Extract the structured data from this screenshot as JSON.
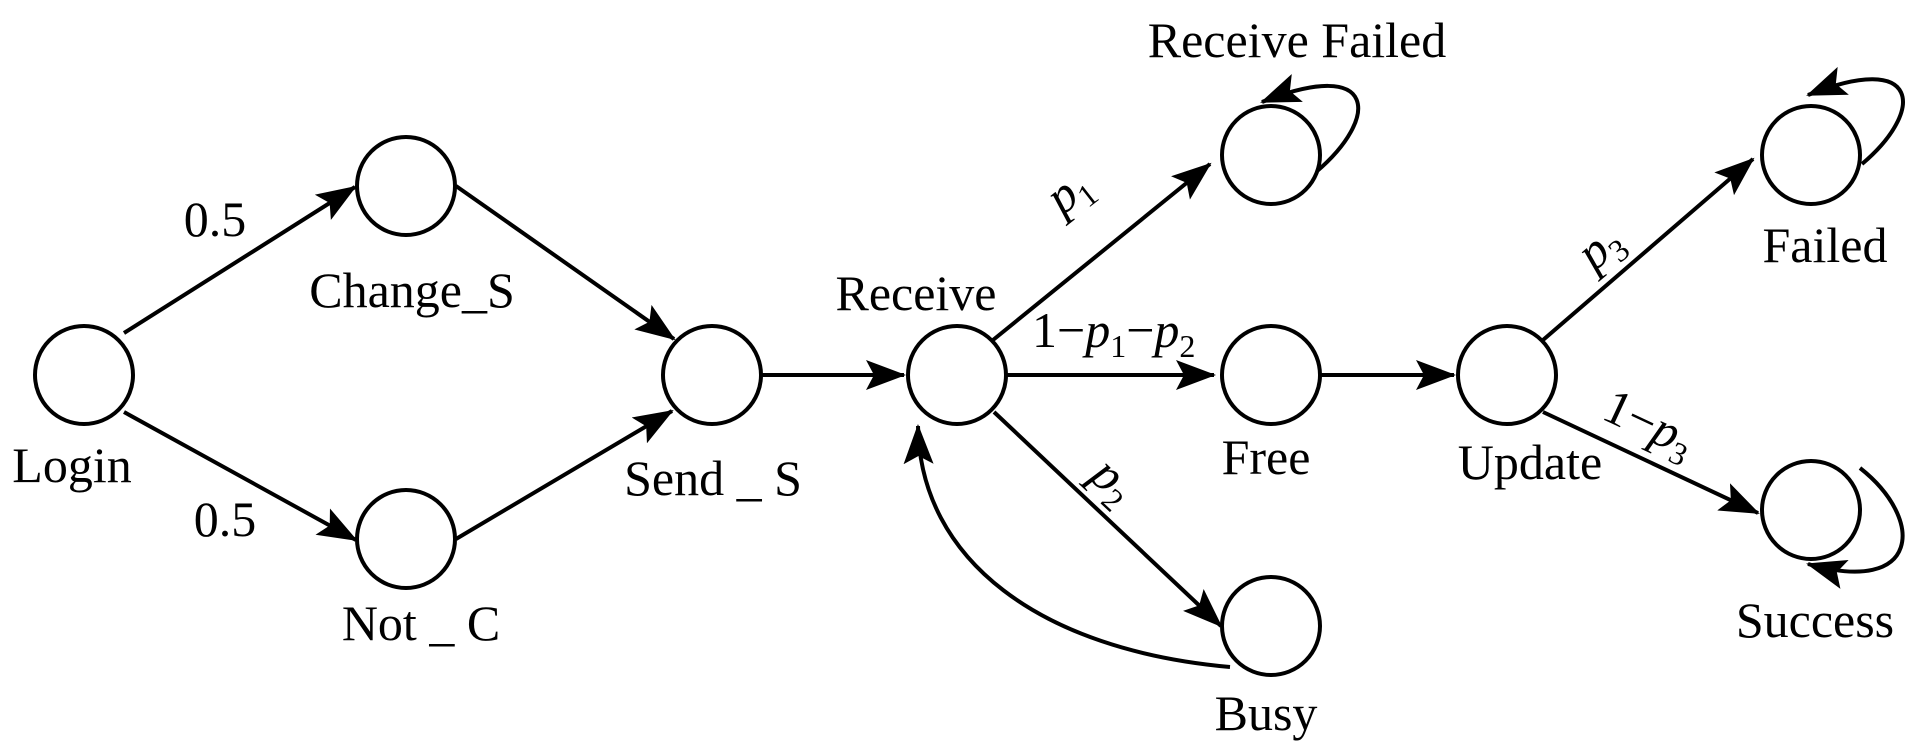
{
  "diagram": {
    "nodes": {
      "login": "Login",
      "change_s": "Change_S",
      "not_c": "Not _ C",
      "send_s": "Send _ S",
      "receive": "Receive",
      "receive_failed": "Receive Failed",
      "free": "Free",
      "busy": "Busy",
      "update": "Update",
      "failed": "Failed",
      "success": "Success"
    },
    "edges": {
      "login_change": "0.5",
      "login_notc": "0.5",
      "p1_var": "p",
      "p1_sub": "1",
      "p2_var": "p",
      "p2_sub": "2",
      "free_one": "1−",
      "free_p1_var": "p",
      "free_p1_sub": "1",
      "free_minus": "−",
      "free_p2_var": "p",
      "free_p2_sub": "2",
      "p3_var": "p",
      "p3_sub": "3",
      "success_one": "1−",
      "success_p3_var": "p",
      "success_p3_sub": "3"
    }
  }
}
